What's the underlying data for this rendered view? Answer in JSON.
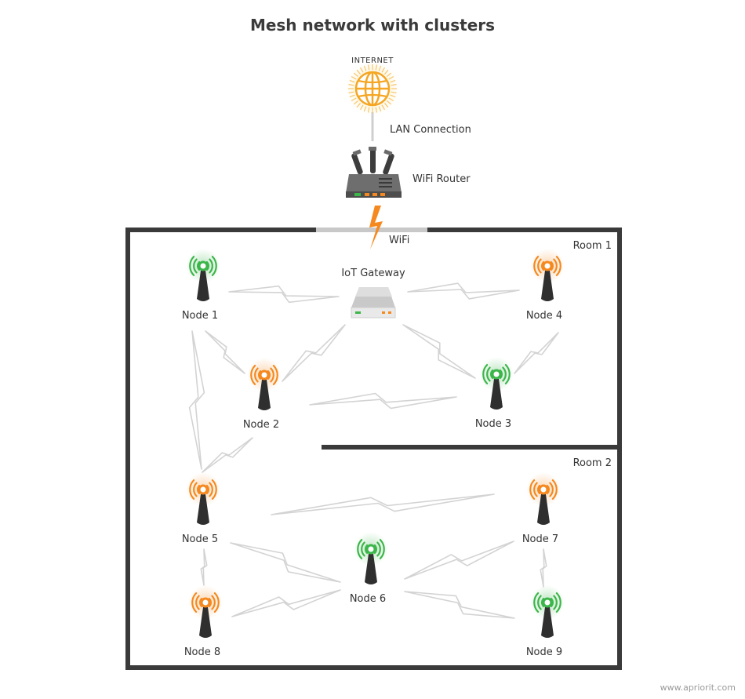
{
  "title": "Mesh network with clusters",
  "internet_label": "INTERNET",
  "lan_label": "LAN Connection",
  "router_label": "WiFi Router",
  "wifi_label": "WiFi",
  "gateway_label": "IoT Gateway",
  "rooms": [
    "Room 1",
    "Room 2"
  ],
  "nodes": [
    {
      "label": "Node 1",
      "status": "green"
    },
    {
      "label": "Node 2",
      "status": "orange"
    },
    {
      "label": "Node 3",
      "status": "green"
    },
    {
      "label": "Node 4",
      "status": "orange"
    },
    {
      "label": "Node 5",
      "status": "orange"
    },
    {
      "label": "Node 6",
      "status": "green"
    },
    {
      "label": "Node 7",
      "status": "orange"
    },
    {
      "label": "Node 8",
      "status": "orange"
    },
    {
      "label": "Node 9",
      "status": "green"
    }
  ],
  "footer": "www.apriorit.com",
  "colors": {
    "green": "#3cb64a",
    "orange": "#f5891f",
    "wall": "#3a3a3a",
    "link": "#d3d3d3",
    "globe": "#f5a623"
  }
}
